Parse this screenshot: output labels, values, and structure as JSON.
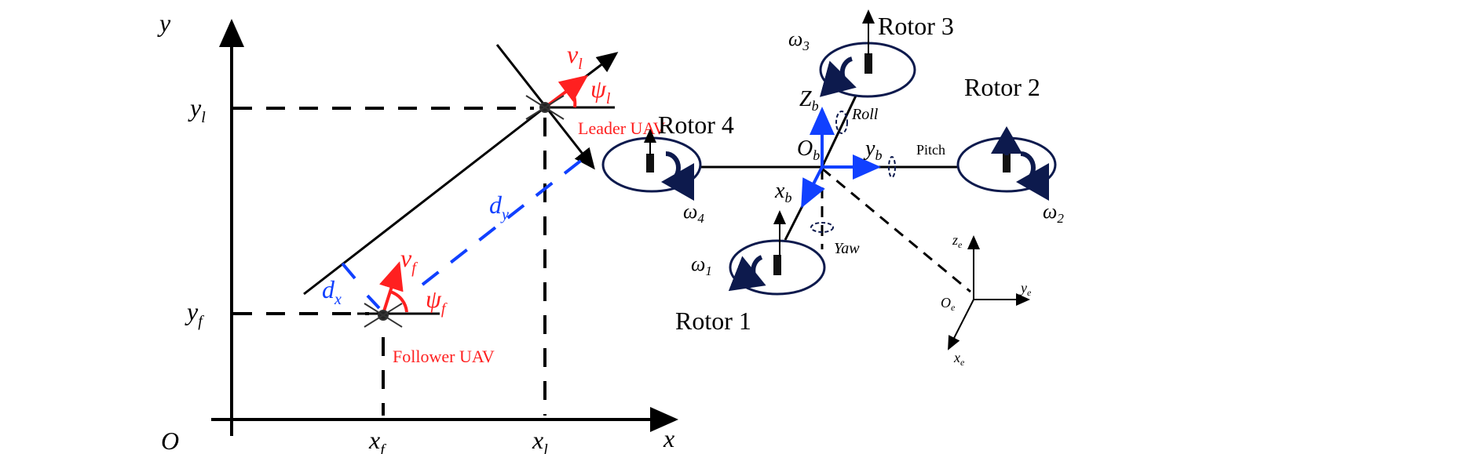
{
  "left_diagram": {
    "axis_y": "y",
    "axis_x": "x",
    "origin": "O",
    "y_leader": {
      "base": "y",
      "sub": "l"
    },
    "y_follower": {
      "base": "y",
      "sub": "f"
    },
    "x_follower": {
      "base": "x",
      "sub": "f"
    },
    "x_leader": {
      "base": "x",
      "sub": "l"
    },
    "v_leader": {
      "base": "v",
      "sub": "l"
    },
    "psi_leader": {
      "base": "ψ",
      "sub": "l"
    },
    "v_follower": {
      "base": "v",
      "sub": "f"
    },
    "psi_follower": {
      "base": "ψ",
      "sub": "f"
    },
    "d_x": {
      "base": "d",
      "sub": "x"
    },
    "d_y": {
      "base": "d",
      "sub": "y"
    },
    "leader_label": "Leader UAV",
    "follower_label": "Follower UAV"
  },
  "right_diagram": {
    "rotor1": "Rotor 1",
    "rotor2": "Rotor 2",
    "rotor3": "Rotor 3",
    "rotor4": "Rotor 4",
    "omega1": {
      "base": "ω",
      "sub": "1"
    },
    "omega2": {
      "base": "ω",
      "sub": "2"
    },
    "omega3": {
      "base": "ω",
      "sub": "3"
    },
    "omega4": {
      "base": "ω",
      "sub": "4"
    },
    "Zb": {
      "base": "Z",
      "sub": "b"
    },
    "Ob": {
      "base": "O",
      "sub": "b"
    },
    "yb": {
      "base": "y",
      "sub": "b"
    },
    "xb": {
      "base": "x",
      "sub": "b"
    },
    "roll": "Roll",
    "pitch": "Pitch",
    "yaw": "Yaw",
    "ze": {
      "base": "z",
      "sub": "e"
    },
    "ye": {
      "base": "y",
      "sub": "e"
    },
    "xe": {
      "base": "x",
      "sub": "e"
    },
    "Oe": {
      "base": "O",
      "sub": "e"
    }
  },
  "colors": {
    "red": "#ff2020",
    "blue": "#1040ff",
    "navy": "#0d1a4d"
  }
}
